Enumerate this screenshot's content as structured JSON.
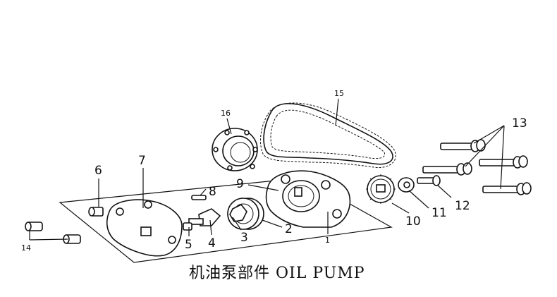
{
  "title": "机油泵部件 OIL PUMP",
  "callouts": [
    {
      "id": "1",
      "label": "1"
    },
    {
      "id": "2",
      "label": "2"
    },
    {
      "id": "3",
      "label": "3"
    },
    {
      "id": "4",
      "label": "4"
    },
    {
      "id": "5",
      "label": "5"
    },
    {
      "id": "6",
      "label": "6"
    },
    {
      "id": "7",
      "label": "7"
    },
    {
      "id": "8",
      "label": "8"
    },
    {
      "id": "9",
      "label": "9"
    },
    {
      "id": "10",
      "label": "10"
    },
    {
      "id": "11",
      "label": "11"
    },
    {
      "id": "12",
      "label": "12"
    },
    {
      "id": "13",
      "label": "13"
    },
    {
      "id": "14",
      "label": "14"
    },
    {
      "id": "15",
      "label": "15"
    },
    {
      "id": "16",
      "label": "16"
    }
  ]
}
